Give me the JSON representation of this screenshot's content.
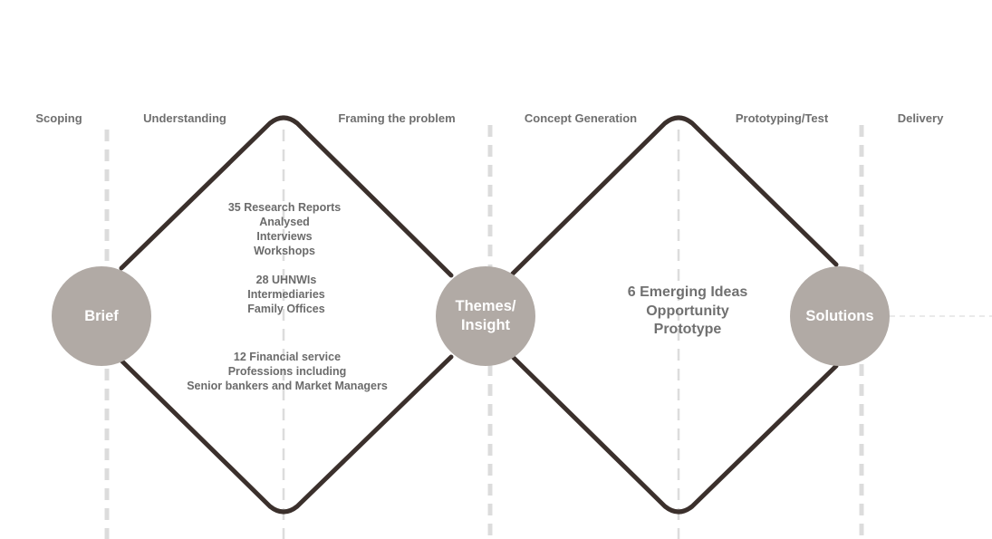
{
  "phases": [
    {
      "label": "Scoping"
    },
    {
      "label": "Understanding"
    },
    {
      "label": "Framing the problem"
    },
    {
      "label": "Concept Generation"
    },
    {
      "label": "Prototyping/Test"
    },
    {
      "label": "Delivery"
    }
  ],
  "nodes": {
    "brief": {
      "label": "Brief"
    },
    "themes": {
      "line1": "Themes/",
      "line2": "Insight"
    },
    "solutions": {
      "label": "Solutions"
    }
  },
  "research": {
    "block1": [
      "35 Research Reports",
      "Analysed",
      "Interviews",
      "Workshops"
    ],
    "block2": [
      "28 UHNWIs",
      "Intermediaries",
      "Family Offices"
    ],
    "block3": [
      "12 Financial service",
      "Professions including",
      "Senior bankers and Market Managers"
    ]
  },
  "ideas": {
    "lines": [
      "6 Emerging Ideas",
      "Opportunity",
      "Prototype"
    ]
  },
  "colors": {
    "diamond_stroke": "#3b302c",
    "node_fill": "#b1aaa5",
    "divider": "#dcdcdc",
    "label_text": "#6f6f6f"
  }
}
